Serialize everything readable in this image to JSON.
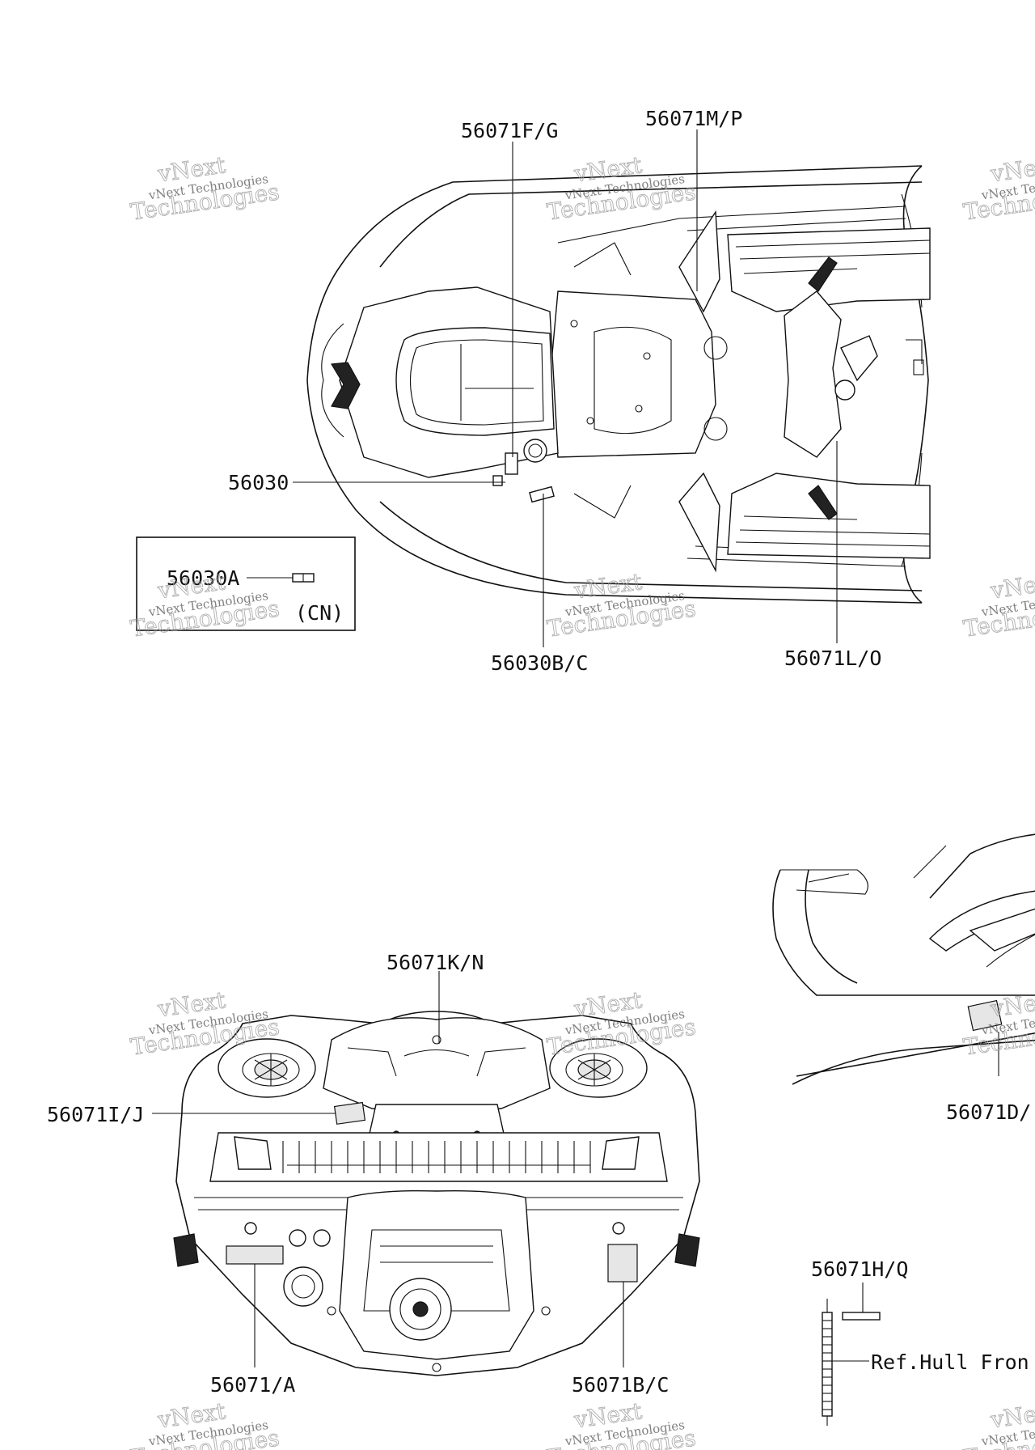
{
  "labels": {
    "part_56071fg": "56071F/G",
    "part_56071mp": "56071M/P",
    "part_56030": "56030",
    "part_56030a": "56030A",
    "region_cn": "(CN)",
    "part_56030bc": "56030B/C",
    "part_56071lo": "56071L/O",
    "part_56071kn": "56071K/N",
    "part_56071ij": "56071I/J",
    "part_56071d": "56071D/",
    "part_56071hq": "56071H/Q",
    "ref_hull": "Ref.Hull Fron",
    "part_56071a": "56071/A",
    "part_56071bc": "56071B/C"
  },
  "watermark": {
    "line1": "vNext",
    "line2": "vNext Technologies",
    "line3": "Technologies"
  },
  "colors": {
    "ink": "#111111",
    "background": "#ffffff",
    "watermark": "#9a9a9a"
  }
}
